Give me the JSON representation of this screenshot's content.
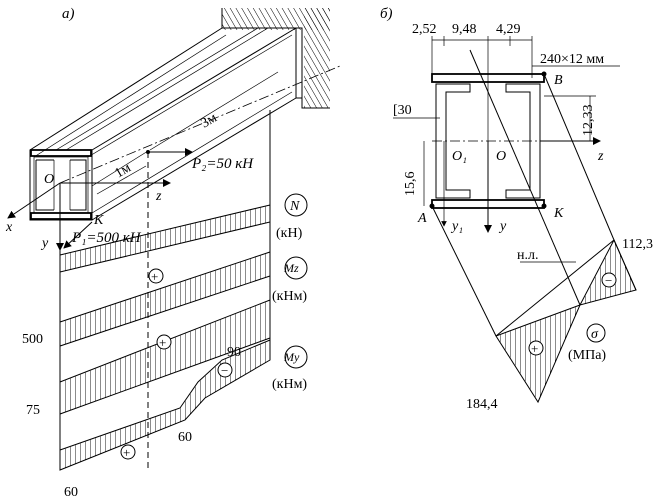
{
  "panel_a": {
    "label": "а)",
    "axis_x": "x",
    "axis_y": "y",
    "axis_z": "z",
    "origin": "O",
    "point_k": "K",
    "force_p1": "P₁=500 кН",
    "force_p2": "P₂=50 кН",
    "dim_1m": "1м",
    "dim_3m": "3м",
    "diagrams": [
      {
        "symbol": "N",
        "unit": "(кН)"
      },
      {
        "symbol": "Mz",
        "unit": "(кНм)"
      },
      {
        "symbol": "My",
        "unit": "(кНм)"
      }
    ],
    "values": {
      "v500": "500",
      "v75": "75",
      "v60_bottom": "60",
      "v60_mid": "60",
      "v90": "90"
    },
    "sign_plus": "+",
    "sign_minus": "−"
  },
  "panel_b": {
    "label": "б)",
    "dims": {
      "d1": "2,52",
      "d2": "9,48",
      "d3": "4,29"
    },
    "plate_label": "240×12 мм",
    "channel_label": "[30",
    "dim_1233": "12,33",
    "dim_156": "15,6",
    "point_a": "A",
    "point_b": "B",
    "point_k": "K",
    "o1": "O₁",
    "o": "O",
    "axis_z": "z",
    "axis_y": "y",
    "axis_y1": "y₁",
    "neutral_line": "н.л.",
    "stress_symbol": "σ",
    "stress_unit": "(МПа)",
    "stress_max": "112,3",
    "stress_min": "184,4",
    "sign_plus": "+",
    "sign_minus": "−"
  }
}
